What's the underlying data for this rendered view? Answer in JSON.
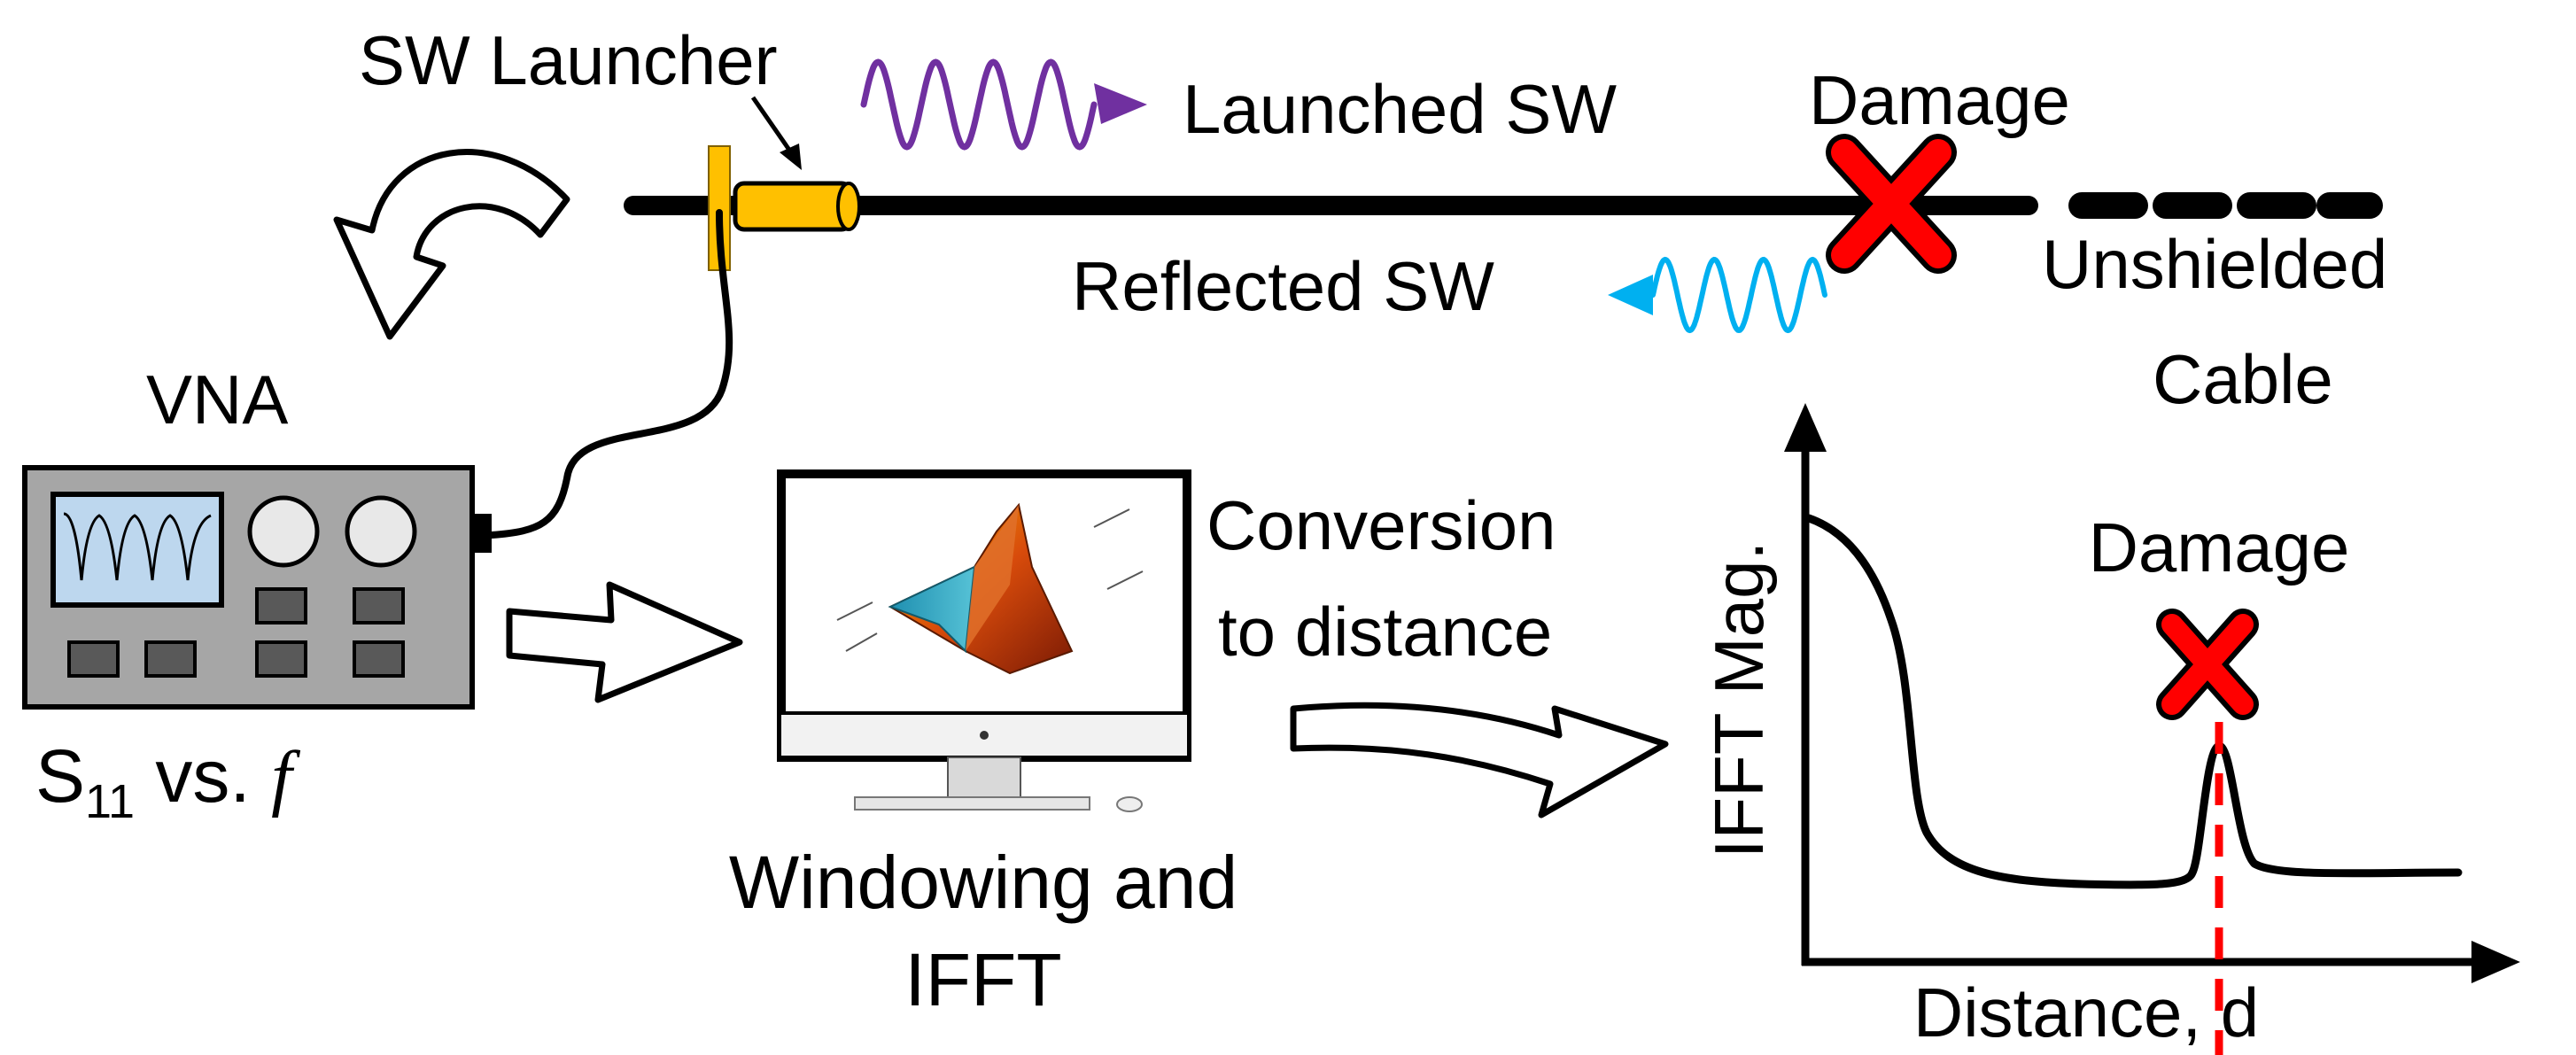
{
  "labels": {
    "sw_launcher": "SW Launcher",
    "launched_sw": "Launched SW",
    "damage_top": "Damage",
    "reflected_sw": "Reflected SW",
    "unshielded": "Unshielded",
    "cable": "Cable",
    "vna": "VNA",
    "s_letter": "S",
    "s_subscript": "11",
    "vs": " vs. ",
    "f_symbol": "f",
    "conversion": "Conversion",
    "to_distance": "to distance",
    "windowing_and": "Windowing and",
    "ifft": "IFFT",
    "damage_plot": "Damage",
    "y_axis": "IFFT Mag.",
    "x_axis": "Distance, d"
  },
  "colors": {
    "launched_wave": "#7030a0",
    "reflected_wave": "#00b0f0",
    "damage_marker": "#ff0000",
    "launcher_body": "#ffc000",
    "vna_body": "#a6a6a6",
    "vna_screen": "#bdd7ee",
    "cable": "#000000"
  },
  "icons": {
    "launcher": "sw-launcher-icon",
    "vna": "vna-instrument-icon",
    "computer": "computer-monitor-icon",
    "damage": "red-x-icon"
  }
}
